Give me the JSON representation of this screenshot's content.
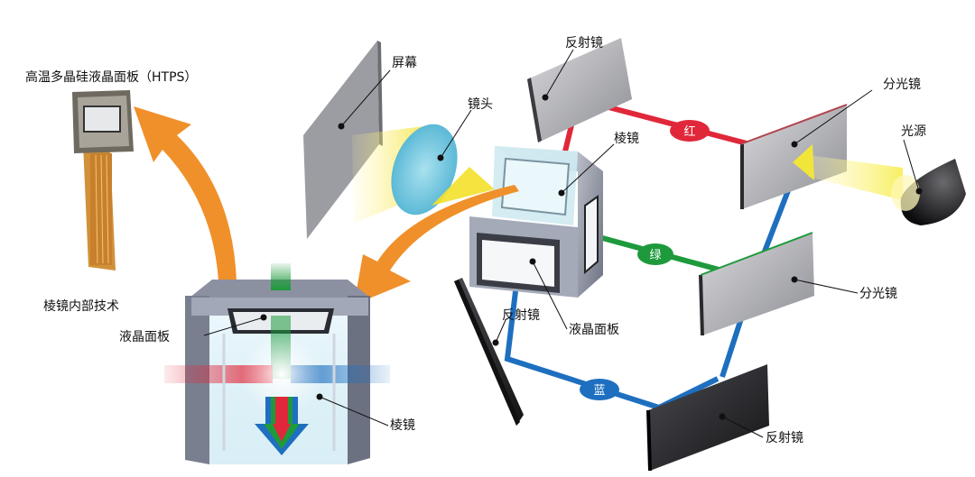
{
  "labels": {
    "htps_panel": "高温多晶硅液晶面板（HTPS）",
    "screen": "屏幕",
    "lens": "镜头",
    "mirror_top": "反射镜",
    "dichroic_top": "分光镜",
    "light_source": "光源",
    "prism_main": "棱镜",
    "dichroic_mid": "分光镜",
    "mirror_left": "反射镜",
    "lcd_main": "液晶面板",
    "mirror_bottom": "反射镜",
    "prism_tech": "棱镜内部技术",
    "lcd_inset": "液晶面板",
    "prism_inset": "棱镜"
  },
  "beams": {
    "red": "红",
    "green": "绿",
    "blue": "蓝"
  },
  "colors": {
    "red": "#e0283a",
    "green": "#1e9a3c",
    "blue": "#1e6fbf",
    "orange": "#f0902a",
    "yellow": "#f4e12a"
  }
}
